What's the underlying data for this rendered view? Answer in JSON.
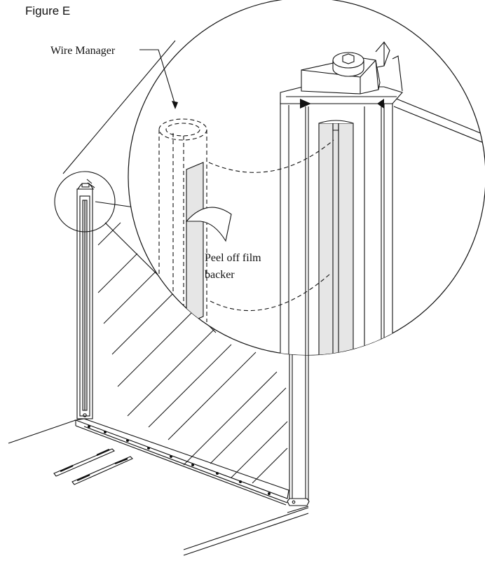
{
  "figure": {
    "title": "Figure E"
  },
  "labels": {
    "wire_manager": "Wire Manager",
    "peel_line1": "Peel off film",
    "peel_line2": "backer"
  },
  "colors": {
    "line": "#111111",
    "film": "#e6e6e6",
    "background": "#ffffff"
  }
}
